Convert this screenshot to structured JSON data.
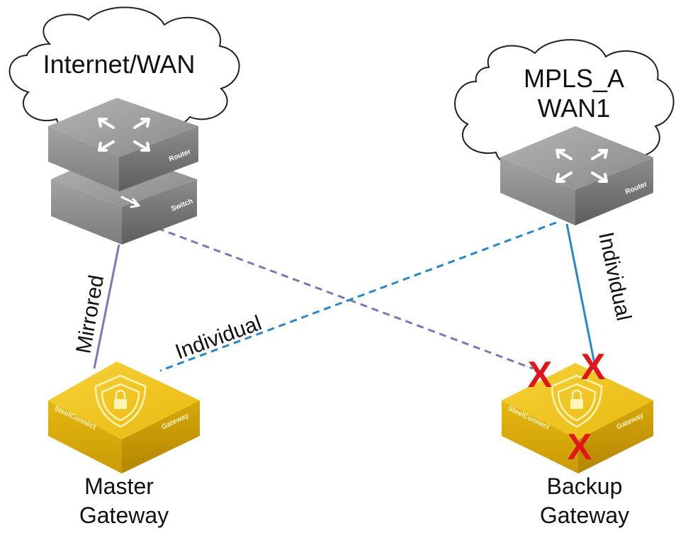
{
  "clouds": {
    "internet": {
      "label": "Internet/WAN"
    },
    "mpls": {
      "line1": "MPLS_A",
      "line2": "WAN1"
    }
  },
  "devices": {
    "left_router": {
      "tag": "Router"
    },
    "left_switch": {
      "tag": "Switch"
    },
    "right_router": {
      "tag": "Router"
    },
    "master_gateway": {
      "brand": "SteelConnect",
      "tag": "Gateway",
      "line1": "Master",
      "line2": "Gateway"
    },
    "backup_gateway": {
      "brand": "SteelConnect",
      "tag": "Gateway",
      "line1": "Backup",
      "line2": "Gateway"
    }
  },
  "links": {
    "mirrored": {
      "label": "Mirrored",
      "color": "#7b78b5"
    },
    "individual_cross": {
      "label": "Individual",
      "color": "#2a86c8"
    },
    "individual_right": {
      "label": "Individual",
      "color": "#2a86c8"
    },
    "switch_to_backup": {
      "color": "#7b78b5"
    }
  },
  "failure_marks": {
    "glyph": "X",
    "color": "#e0161d"
  },
  "colors": {
    "device_gray": "#8e8e8e",
    "gateway_yellow": "#f0c419"
  }
}
